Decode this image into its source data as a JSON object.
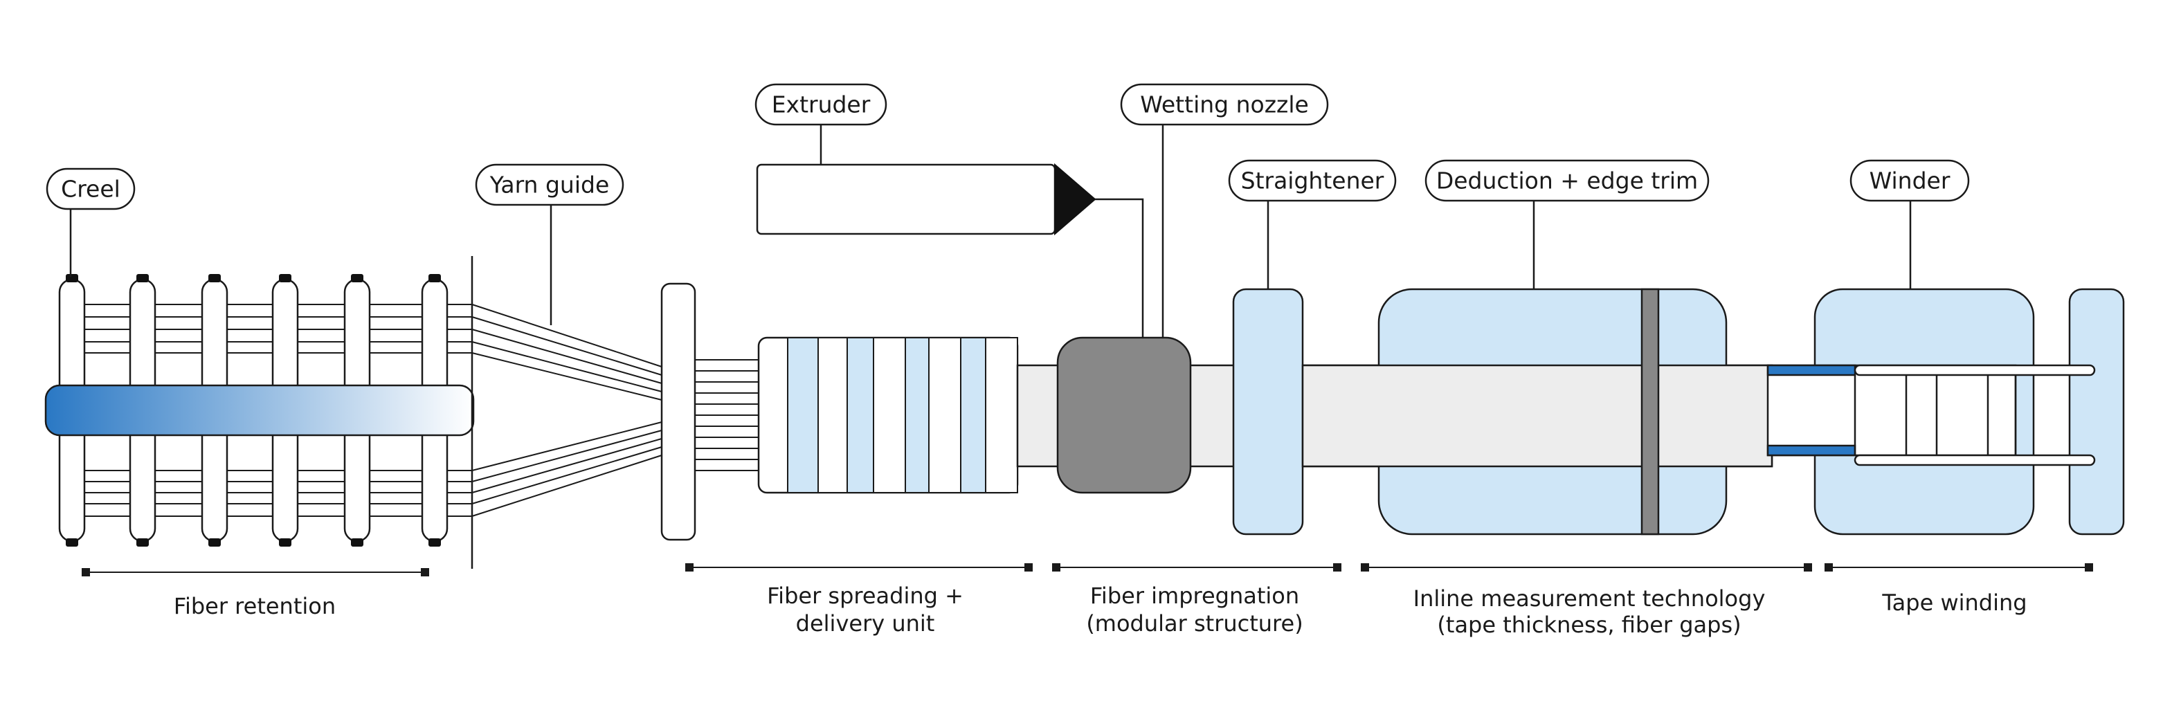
{
  "callouts": {
    "creel": "Creel",
    "yarn_guide": "Yarn guide",
    "extruder": "Extruder",
    "wetting_nozzle": "Wetting nozzle",
    "straightener": "Straightener",
    "deduction": "Deduction + edge trim",
    "winder": "Winder"
  },
  "sections": {
    "fiber_retention": [
      "Fiber retention"
    ],
    "fiber_spreading": [
      "Fiber spreading +",
      "delivery unit"
    ],
    "fiber_impregnation": [
      "Fiber impregnation",
      "(modular structure)"
    ],
    "inline_measurement": [
      "Inline measurement technology",
      "(tape thickness, fiber gaps)"
    ],
    "tape_winding": [
      "Tape winding"
    ]
  },
  "colors": {
    "light_blue": "#cfe6f7",
    "mid_blue": "#2a78c4",
    "band_grey": "#ededed",
    "dark_grey": "#888888",
    "outline": "#1a1a1a"
  }
}
